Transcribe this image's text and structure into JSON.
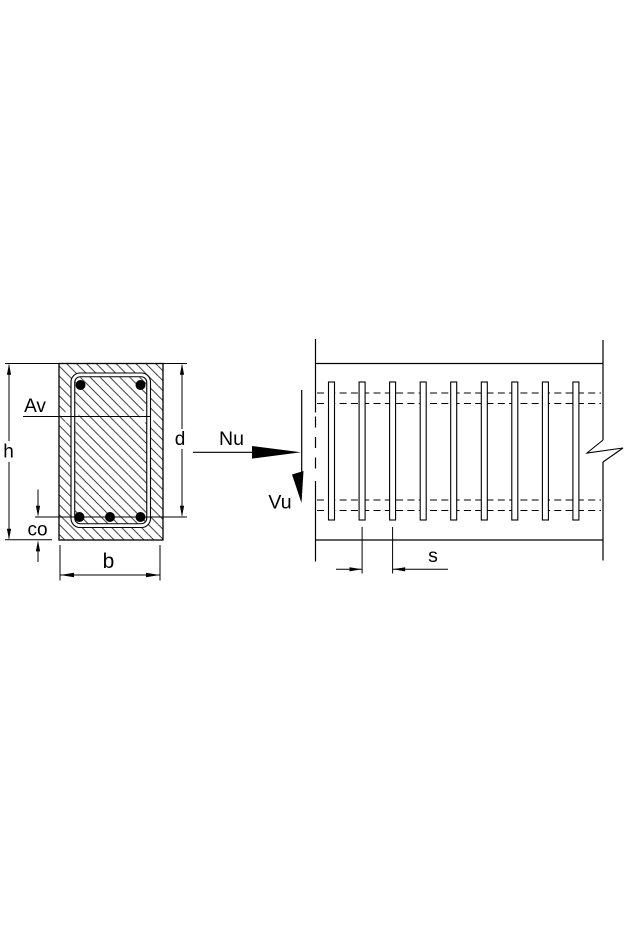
{
  "diagram": {
    "cross_section": {
      "stirrup_area_label": "Av",
      "overall_height_label": "h",
      "effective_depth_label": "d",
      "cover_label": "co",
      "width_label": "b",
      "top_rebar_count": 2,
      "bottom_rebar_count": 3
    },
    "elevation": {
      "axial_force_label": "Nu",
      "shear_force_label": "Vu",
      "stirrup_spacing_label": "s",
      "stirrup_count": 9
    },
    "colors": {
      "line": "#000000",
      "background": "#ffffff"
    }
  }
}
